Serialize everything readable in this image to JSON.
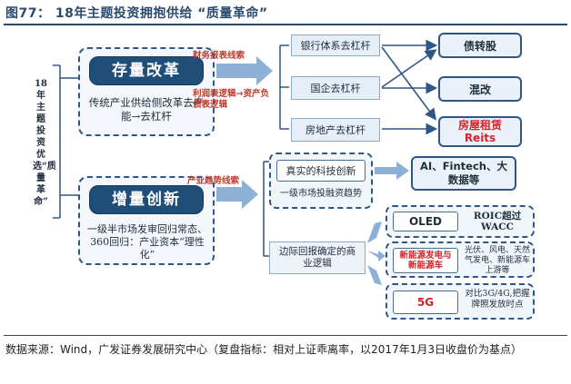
{
  "title": "图77：  18年主题投资拥抱供给 “质量革命”",
  "vertical_label": "18年主题投资优选“质量革命”",
  "groups": [
    {
      "pill": "存量改革",
      "note": "传统产业供给侧改革去产能→去杠杆"
    },
    {
      "pill": "增量创新",
      "note": "一级半市场发审回归常态、360回归：产业资本“理性化”"
    }
  ],
  "edge_labels": {
    "finance": "财务报表线索",
    "profit": "利润表逻辑→资产负债表逻辑",
    "industry": "产业趋势线索"
  },
  "middle": {
    "deleverage": [
      "银行体系去杠杆",
      "国企去杠杆",
      "房地产去杠杆"
    ],
    "tech": "真实的科技创新",
    "primary_trend": "一级市场投融资趋势",
    "marginal": "边际回报确定的商业逻辑"
  },
  "right": {
    "debt_equity": "债转股",
    "mixed": "混改",
    "housing": "房屋租赁",
    "reits": "Reits",
    "ai": "AI、Fintech、大数据等",
    "oled": "OLED",
    "roic": "ROIC超过WACC",
    "new_energy": "新能源发电与新能源车",
    "pv_note": "光伏、风电、天然气发电、新能源车上游等",
    "fiveg": "5G",
    "fiveg_note": "对比3G/4G,把握牌照发放时点"
  },
  "footnote": "数据来源：Wind，广发证券发展研究中心（复盘指标：相对上证乖离率，以2017年1月3日收盘价为基点）",
  "colors": {
    "navy": "#1f4e79",
    "accent_red": "#d1232a",
    "arrow_blue": "#8db0d6"
  }
}
